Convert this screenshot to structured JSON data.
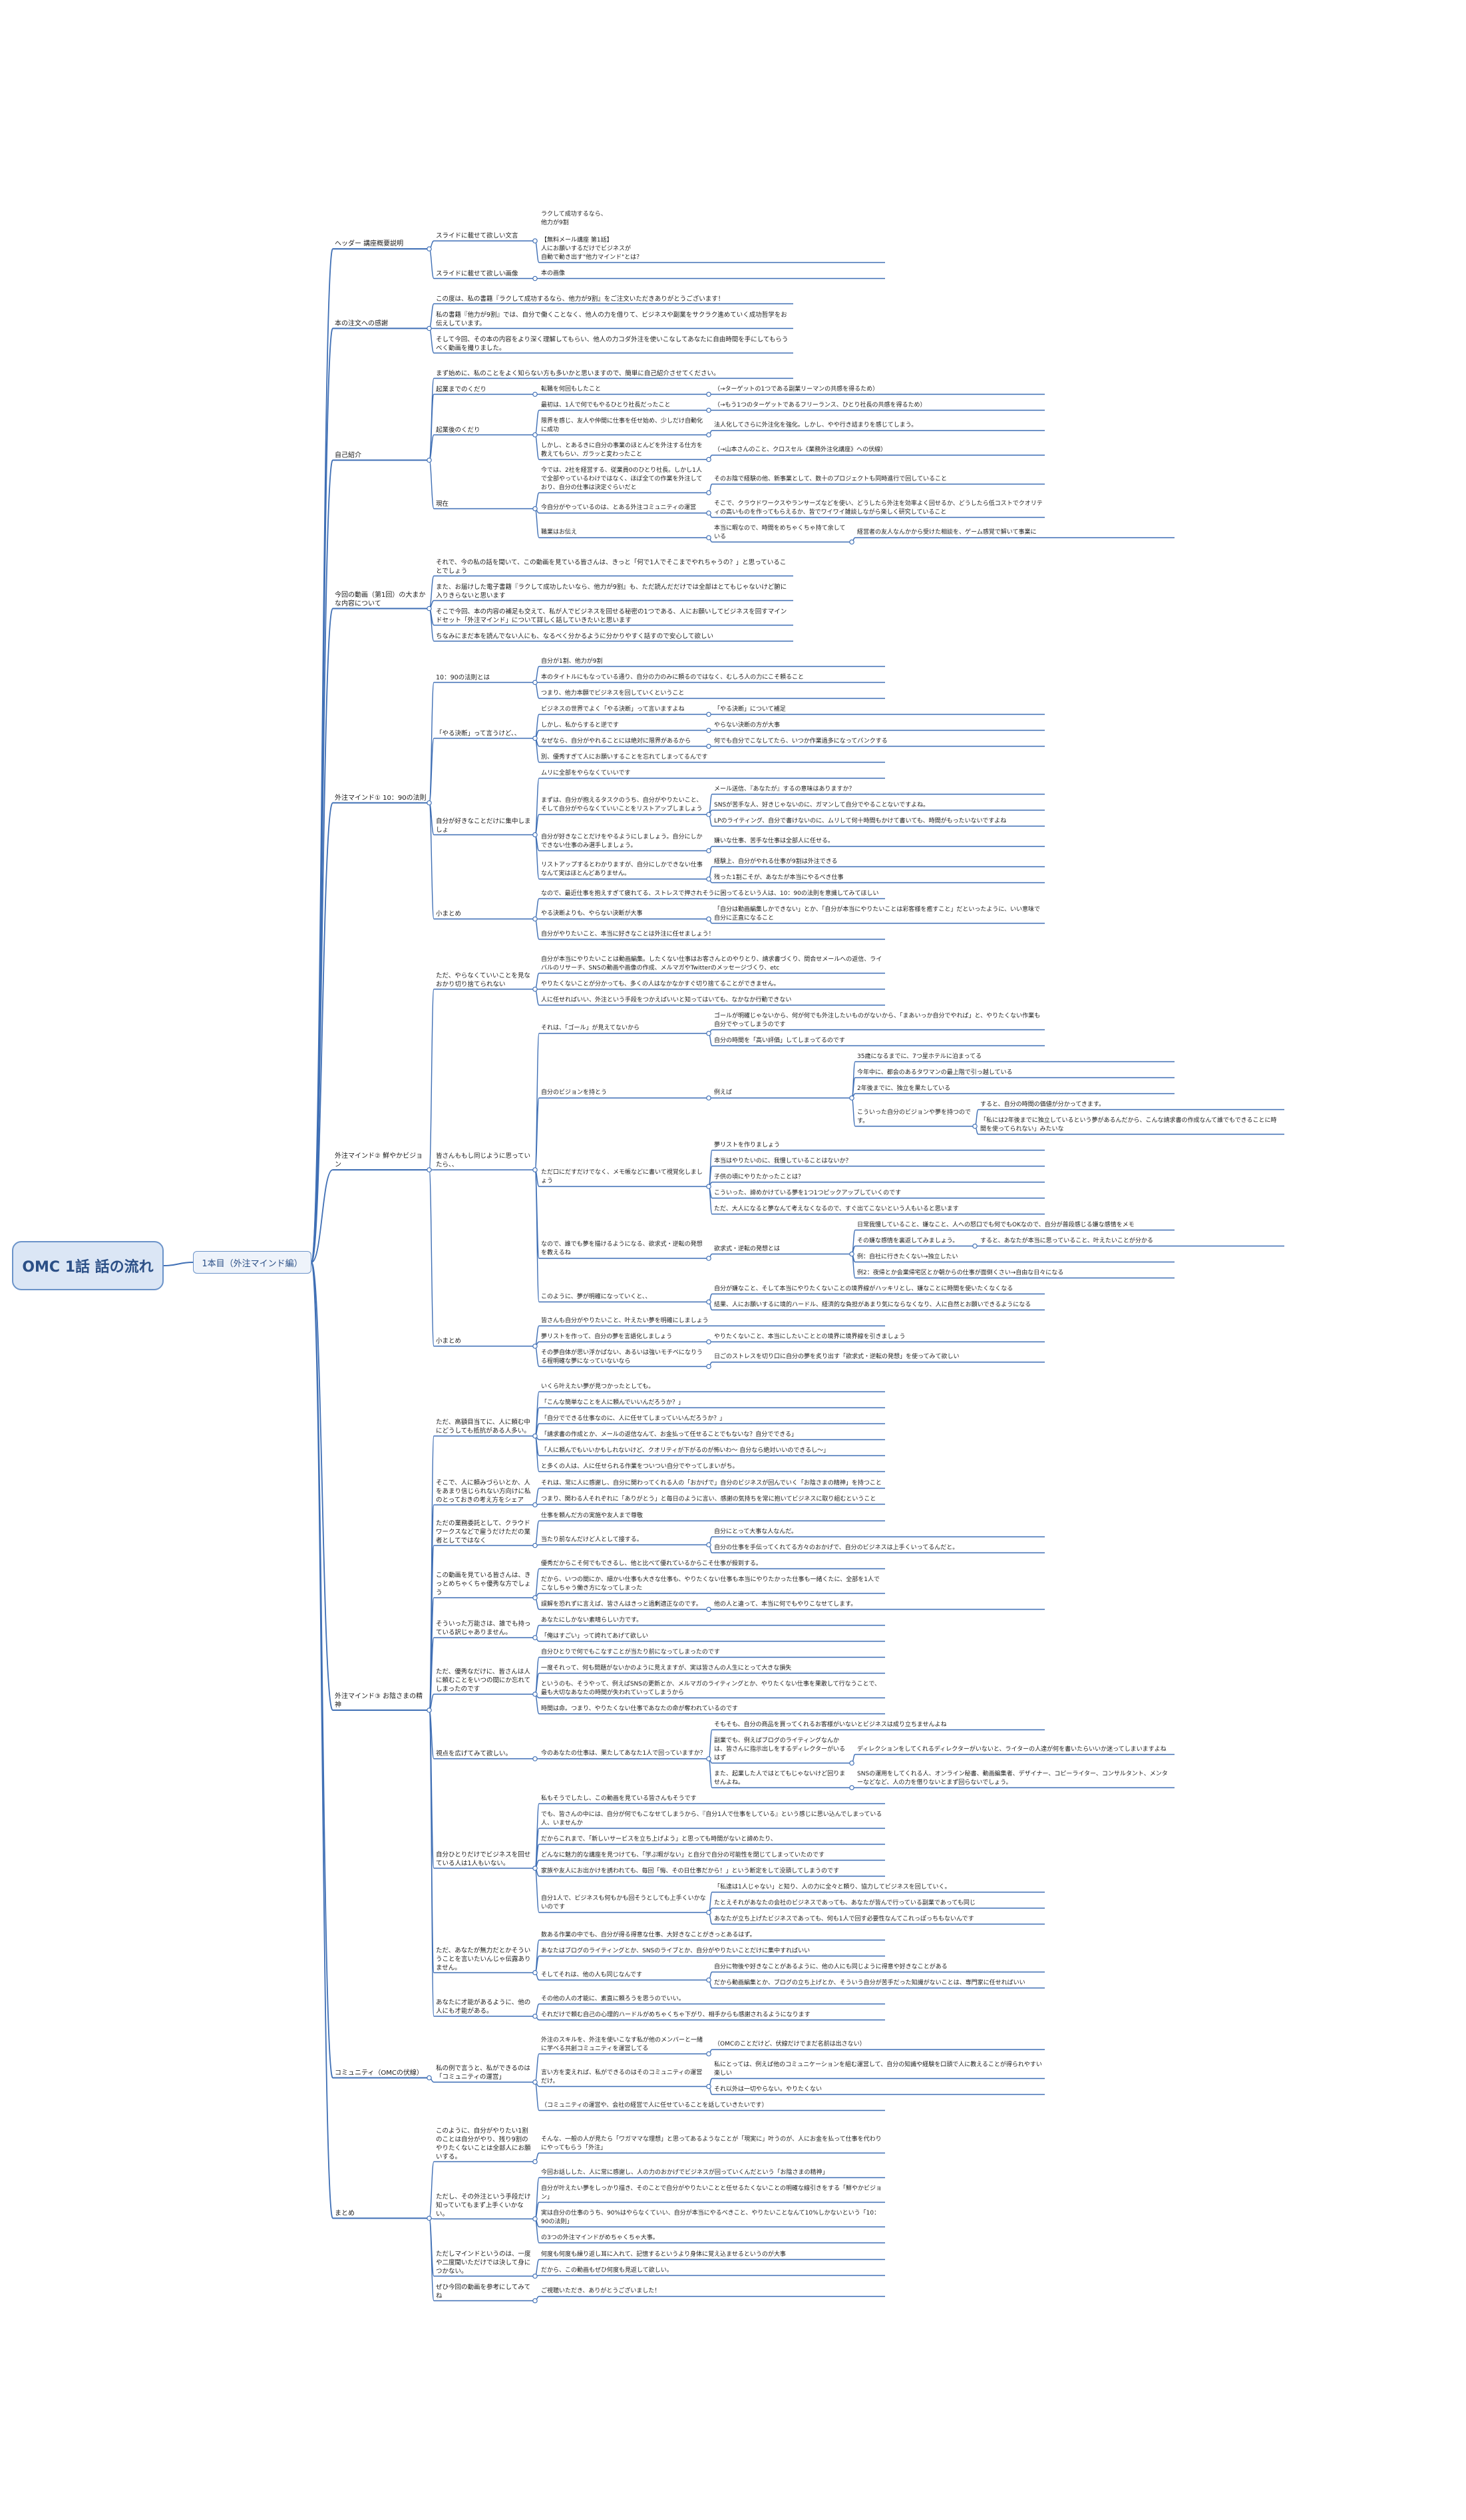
{
  "root": "OMC 1話 話の流れ",
  "day1": "1本目（外注マインド編）",
  "nodes": [
    {
      "id": "h",
      "p": "d1",
      "t": "ヘッダー 講座概要説明"
    },
    {
      "id": "h1",
      "p": "h",
      "t": "スライドに載せて欲しい文言"
    },
    {
      "id": "h1a",
      "p": "h1",
      "t": "ラクして成功するなら、\n他力が9割\n\n【無料メール講座 第1話】\n人にお願いするだけでビジネスが\n自動で動き出す\"他力マインド\"とは？"
    },
    {
      "id": "h2",
      "p": "h",
      "t": "スライドに載せて欲しい画像"
    },
    {
      "id": "h2a",
      "p": "h2",
      "t": "本の画像"
    },
    {
      "id": "b",
      "p": "d1",
      "t": "本の注文への感謝"
    },
    {
      "id": "b1",
      "p": "b",
      "t": "この度は、私の書籍『ラクして成功するなら、他力が9割』をご注文いただきありがとうございます！"
    },
    {
      "id": "b2",
      "p": "b",
      "t": "私の書籍『他力が9割』では、自分で働くことなく、他人の力を借りて、ビジネスや副業をサクラク進めていく成功哲学をお伝えしています。"
    },
    {
      "id": "b3",
      "p": "b",
      "t": "そして今回、その本の内容をより深く理解してもらい、他人の力コダ外注を使いこなしてあなたに自由時間を手にしてもらうべく動画を撮りました。"
    },
    {
      "id": "s",
      "p": "d1",
      "t": "自己紹介"
    },
    {
      "id": "s0",
      "p": "s",
      "t": "まず始めに、私のことをよく知らない方も多いかと思いますので、簡単に自己紹介させてください。"
    },
    {
      "id": "s1",
      "p": "s",
      "t": "起業までのくだり"
    },
    {
      "id": "s1a",
      "p": "s1",
      "t": "転職を何回もしたこと"
    },
    {
      "id": "s1b",
      "p": "s1a",
      "t": "（→ターゲットの1つである副業リーマンの共感を得るため）"
    },
    {
      "id": "s2",
      "p": "s",
      "t": "起業後のくだり"
    },
    {
      "id": "s2a",
      "p": "s2",
      "t": "最初は、1人で何でもやるひとり社長だったこと"
    },
    {
      "id": "s2b",
      "p": "s2a",
      "t": "（→もう1つのターゲットであるフリーランス、ひとり社長の共感を得るため）"
    },
    {
      "id": "s2c",
      "p": "s2",
      "t": "限界を感じ、友人や仲間に仕事を任せ始め、少しだけ自動化に成功"
    },
    {
      "id": "s2d",
      "p": "s2c",
      "t": "法人化してさらに外注化を強化。しかし、やや行き詰まりを感じてしまう。"
    },
    {
      "id": "s2e",
      "p": "s2",
      "t": "しかし、とあるきに自分の事業のほとんどを外注する仕方を教えてもらい、ガラッと変わったこと"
    },
    {
      "id": "s2f",
      "p": "s2e",
      "t": "（→山本さんのこと、クロスセル《業務外注化講座》への伏線）"
    },
    {
      "id": "s3",
      "p": "s",
      "t": "現在"
    },
    {
      "id": "s3a",
      "p": "s3",
      "t": "今では、2社を経営する、従業員0のひとり社長。しかし1人で全部やっているわけではなく、ほぼ全ての作業を外注しており、自分の仕事は決定ぐらいだと"
    },
    {
      "id": "s3b",
      "p": "s3a",
      "t": "そのお陰で経験の他、新事業として、数十のプロジェクトも同時進行で回していること"
    },
    {
      "id": "s3c",
      "p": "s3",
      "t": "今自分がやっているのは、とある外注コミュニティの運営"
    },
    {
      "id": "s3d",
      "p": "s3c",
      "t": "そこで、クラウドワークスやランサーズなどを使い、どうしたら外注を効率よく回せるか、どうしたら低コストでクオリティの高いものを作ってもらえるか、皆でワイワイ雑談しながら楽しく研究していること"
    },
    {
      "id": "s3e",
      "p": "s3",
      "t": "職業はお伝え"
    },
    {
      "id": "s3f",
      "p": "s3e",
      "t": "本当に暇なので、時間をめちゃくちゃ持て余している"
    },
    {
      "id": "s3g",
      "p": "s3f",
      "t": "経営者の友人なんかから受けた相談を、ゲーム感覚で解いて事業に"
    },
    {
      "id": "v",
      "p": "d1",
      "t": "今回の動画（第1回）の大まかな内容について"
    },
    {
      "id": "v1",
      "p": "v",
      "t": "それで、今の私の話を聞いて、この動画を見ている皆さんは、きっと「何で1人でそこまでやれちゃうの？」と思っていることでしょう"
    },
    {
      "id": "v2",
      "p": "v",
      "t": "また、お届けした電子書籍『ラクして成功したいなら、他力が9割』も、ただ読んだだけでは全部はとてもじゃないけど腑に入りきらないと思います"
    },
    {
      "id": "v3",
      "p": "v",
      "t": "そこで今回、本の内容の補足も交えて、私が人でビジネスを回せる秘密の1つである、人にお願いしてビジネスを回すマインドセット「外注マインド」について詳しく話していきたいと思います"
    },
    {
      "id": "v4",
      "p": "v",
      "t": "ちなみにまだ本を読んでない人にも、なるべく分かるように分かりやすく話すので安心して欲しい"
    },
    {
      "id": "m1",
      "p": "d1",
      "t": "外注マインド① 10：90の法則"
    },
    {
      "id": "m1a",
      "p": "m1",
      "t": "10：90の法則とは"
    },
    {
      "id": "m1a1",
      "p": "m1a",
      "t": "自分が1割、他力が9割"
    },
    {
      "id": "m1a2",
      "p": "m1a",
      "t": "本のタイトルにもなっている通り、自分の力のみに頼るのではなく、むしろ人の力にこそ頼ること"
    },
    {
      "id": "m1a3",
      "p": "m1a",
      "t": "つまり、他力本願でビジネスを回していくということ"
    },
    {
      "id": "m1b",
      "p": "m1",
      "t": "「やる決断」って言うけど、、"
    },
    {
      "id": "m1b1",
      "p": "m1b",
      "t": "ビジネスの世界でよく「やる決断」って言いますよね"
    },
    {
      "id": "m1b1a",
      "p": "m1b1",
      "t": "「やる決断」について補足"
    },
    {
      "id": "m1b2",
      "p": "m1b",
      "t": "しかし、私からすると逆です"
    },
    {
      "id": "m1b2a",
      "p": "m1b2",
      "t": "やらない決断の方が大事"
    },
    {
      "id": "m1b3",
      "p": "m1b",
      "t": "なぜなら、自分がやれることには絶対に限界があるから"
    },
    {
      "id": "m1b3a",
      "p": "m1b3",
      "t": "何でも自分でこなしてたら、いつか作業過多になってパンクする"
    },
    {
      "id": "m1b4",
      "p": "m1b",
      "t": "別、優秀すぎて人にお願いすることを忘れてしまってるんです"
    },
    {
      "id": "m1c",
      "p": "m1",
      "t": "自分が好きなことだけに集中しましょ"
    },
    {
      "id": "m1c1",
      "p": "m1c",
      "t": "ムリに全部をやらなくていいです"
    },
    {
      "id": "m1c2",
      "p": "m1c",
      "t": "まずは、自分が抱えるタスクのうち、自分がやりたいこと、そして自分がやらなくていいことをリストアップしましょう"
    },
    {
      "id": "m1c2a",
      "p": "m1c2",
      "t": "メール送信、『あなたが』するの意味はありますか？"
    },
    {
      "id": "m1c2b",
      "p": "m1c2",
      "t": "SNSが苦手な人、好きじゃないのに、ガマンして自分でやることないですよね。"
    },
    {
      "id": "m1c2c",
      "p": "m1c2",
      "t": "LPのライティング、自分で書けないのに、ムリして何十時間もかけて書いても、時間がもったいないですよね"
    },
    {
      "id": "m1c3",
      "p": "m1c",
      "t": "自分が好きなことだけをやるようにしましょう。自分にしかできない仕事のみ選手しましょう。"
    },
    {
      "id": "m1c3a",
      "p": "m1c3",
      "t": "嫌いな仕事、苦手な仕事は全部人に任せる。"
    },
    {
      "id": "m1c4",
      "p": "m1c",
      "t": "リストアップするとわかりますが、自分にしかできない仕事なんて実はほとんどありません。"
    },
    {
      "id": "m1c4a",
      "p": "m1c4",
      "t": "経験上、自分がやれる仕事が9割は外注できる"
    },
    {
      "id": "m1c4b",
      "p": "m1c4",
      "t": "残った1割こそが、あなたが本当にやるべき仕事"
    },
    {
      "id": "m1d",
      "p": "m1",
      "t": "小まとめ"
    },
    {
      "id": "m1d1",
      "p": "m1d",
      "t": "なので、最近仕事を抱えすぎて疲れてる、ストレスで押されそうに困ってるという人は、10：90の法則を意識してみてほしい"
    },
    {
      "id": "m1d2",
      "p": "m1d",
      "t": "やる決断よりも、やらない決断が大事"
    },
    {
      "id": "m1d2a",
      "p": "m1d2",
      "t": "「自分は勤画編集しかできない」とか、「自分が本当にやりたいことは彩客様を癒すこと」だといったように、いい意味で自分に正直になること"
    },
    {
      "id": "m1d3",
      "p": "m1d",
      "t": "自分がやりたいこと、本当に好きなことは外注に任せましょう！"
    },
    {
      "id": "m2",
      "p": "d1",
      "t": "外注マインド② 鮮やかビジョン"
    },
    {
      "id": "m2a",
      "p": "m2",
      "t": "ただ、やらなくていいことを見なおかり切り捨てられない"
    },
    {
      "id": "m2a1",
      "p": "m2a",
      "t": "自分が本当にやりたいことは動画編集。したくない仕事はお客さんとのやりとり、請求書づくり、問合せメールへの返信、ライバルのリサーチ、SNSの動画や画像の作成、メルマガやTwitterのメッセージづくり、etc"
    },
    {
      "id": "m2a2",
      "p": "m2a",
      "t": "やりたくないことが分かっても、多くの人はなかなかすぐ切り捨てることができません。"
    },
    {
      "id": "m2a3",
      "p": "m2a",
      "t": "人に任せればいい、外注という手段をつかえばいいと知ってはいても、なかなか行動できない"
    },
    {
      "id": "m2b",
      "p": "m2",
      "t": "皆さんももし同じように思っていたら、、"
    },
    {
      "id": "m2b1",
      "p": "m2b",
      "t": "それは、「ゴール」が見えてないから"
    },
    {
      "id": "m2b1a",
      "p": "m2b1",
      "t": "ゴールが明確じゃないから、何が何でも外注したいものがないから、「まあいっか自分でやれば」と、やりたくない作業も自分でやってしまうのです"
    },
    {
      "id": "m2b1b",
      "p": "m2b1",
      "t": "自分の時間を「高い評価」してしまってるのです"
    },
    {
      "id": "m2b2",
      "p": "m2b",
      "t": "自分のビジョンを持とう"
    },
    {
      "id": "m2b2x",
      "p": "m2b2",
      "t": "例えば"
    },
    {
      "id": "m2b2a",
      "p": "m2b2x",
      "t": "35歳になるまでに、7つ星ホテルに泊まってる"
    },
    {
      "id": "m2b2b",
      "p": "m2b2x",
      "t": "今年中に、都会のあるタワマンの最上階で引っ越している"
    },
    {
      "id": "m2b2c",
      "p": "m2b2x",
      "t": "2年後までに、独立を果たしている"
    },
    {
      "id": "m2b2d",
      "p": "m2b2x",
      "t": "こういった自分のビジョンや夢を持つのです。"
    },
    {
      "id": "m2b2d1",
      "p": "m2b2d",
      "t": "すると、自分の時間の価値が分かってきます。"
    },
    {
      "id": "m2b2d2",
      "p": "m2b2d",
      "t": "「私には2年後までに独立しているという夢があるんだから、こんな請求書の作成なんて誰でもできることに時間を使ってられない」みたいな"
    },
    {
      "id": "m2b3",
      "p": "m2b",
      "t": "ただ口にだすだけでなく、メモ帳などに書いて視覚化しましょう"
    },
    {
      "id": "m2b3a",
      "p": "m2b3",
      "t": "夢リストを作りましょう"
    },
    {
      "id": "m2b3b",
      "p": "m2b3",
      "t": "本当はやりたいのに、我慢していることはないか？"
    },
    {
      "id": "m2b3c",
      "p": "m2b3",
      "t": "子供の頃にやりたかったことは？"
    },
    {
      "id": "m2b3d",
      "p": "m2b3",
      "t": "こういった、諦めかけている夢を1つ1つピックアップしていくのです"
    },
    {
      "id": "m2b3e",
      "p": "m2b3",
      "t": "ただ、大人になると夢なんて考えなくなるので、すぐ出てこないという人もいると思います"
    },
    {
      "id": "m2b4",
      "p": "m2b",
      "t": "なので、誰でも夢を描けるようになる、欲求式・逆転の発想を教えるね"
    },
    {
      "id": "m2b4a",
      "p": "m2b4",
      "t": "欲求式・逆転の発想とは"
    },
    {
      "id": "m2b4a1",
      "p": "m2b4a",
      "t": "日常我慢していること、嫌なこと、人への怒口でも何でもOKなので、自分が普段感じる嫌な感情をメモ"
    },
    {
      "id": "m2b4a2",
      "p": "m2b4a",
      "t": "その嫌な感情を裏返してみましょう。"
    },
    {
      "id": "m2b4a2a",
      "p": "m2b4a2",
      "t": "すると、あなたが本当に思っていること、叶えたいことが分かる"
    },
    {
      "id": "m2b4a3",
      "p": "m2b4a",
      "t": "例：自社に行きたくない→独立したい"
    },
    {
      "id": "m2b4a4",
      "p": "m2b4a",
      "t": "例2：夜帰とか会業帰宅区とか朝からの仕事が面倒くさい→自由な日々になる"
    },
    {
      "id": "m2b5",
      "p": "m2b",
      "t": "このように、夢が明確になっていくと、、"
    },
    {
      "id": "m2b5a",
      "p": "m2b5",
      "t": "自分が嫌なこと、そして本当にやりたくないことの境界線がハッキリとし、嫌なことに時間を使いたくなくなる"
    },
    {
      "id": "m2b5b",
      "p": "m2b5",
      "t": "結果、人にお願いするに境的ハードル、経済的な負担があまり気にならなくなり、人に自然とお願いできるようになる"
    },
    {
      "id": "m2c",
      "p": "m2",
      "t": "小まとめ"
    },
    {
      "id": "m2c1",
      "p": "m2c",
      "t": "皆さんも自分がやりたいこと、叶えたい夢を明確にしましょう"
    },
    {
      "id": "m2c2",
      "p": "m2c",
      "t": "夢リストを作って、自分の夢を言語化しましょう"
    },
    {
      "id": "m2c2a",
      "p": "m2c2",
      "t": "やりたくないこと、本当にしたいこととの境界に境界線を引きましょう"
    },
    {
      "id": "m2c3",
      "p": "m2c",
      "t": "その夢自体が思い浮かばない、あるいは強いモチベになりうる程明確な夢になっていないなら"
    },
    {
      "id": "m2c3a",
      "p": "m2c3",
      "t": "日ごのストレスを切り口に自分の夢を炙り出す「欲求式・逆転の発想」を使ってみて欲しい"
    },
    {
      "id": "m3",
      "p": "d1",
      "t": "外注マインド③ お陰さまの精神"
    },
    {
      "id": "m3a",
      "p": "m3",
      "t": "ただ、高額目当てに、人に頼む中にどうしても抵抗がある人多い。"
    },
    {
      "id": "m3a1",
      "p": "m3a",
      "t": "いくら叶えたい夢が見つかったとしても。"
    },
    {
      "id": "m3a2",
      "p": "m3a",
      "t": "「こんな簡単なことを人に頼んでいいんだろうか？」"
    },
    {
      "id": "m3a3",
      "p": "m3a",
      "t": "「自分でできる仕事なのに、人に任せてしまっていいんだろうか？」"
    },
    {
      "id": "m3a4",
      "p": "m3a",
      "t": "「請求書の作成とか、メールの返信なんて、お金払って任せることでもないな？自分でできる」"
    },
    {
      "id": "m3a5",
      "p": "m3a",
      "t": "「人に頼んでもいいかもしれないけど、クオリティが下がるのが怖いわ〜 自分なら絶対いいのできるし〜」"
    },
    {
      "id": "m3a6",
      "p": "m3a",
      "t": "と多くの人は、人に任せられる作業をついつい自分でやってしまいがち。"
    },
    {
      "id": "m3b",
      "p": "m3",
      "t": "そこで、人に頼みづらいとか、人をあまり信じられない方向けに私のとっておきの考え方をシェア"
    },
    {
      "id": "m3b1",
      "p": "m3b",
      "t": "それは、常に人に感謝し、自分に関わってくれる人の「おかげで」自分のビジネスが回んでいく「お陰さまの精神」を持つこと"
    },
    {
      "id": "m3b2",
      "p": "m3b",
      "t": "つまり、関わる人それぞれに「ありがとう」と毎日のように言い、感謝の気持ちを常に抱いてビジネスに取り組むということ"
    },
    {
      "id": "m3c",
      "p": "m3",
      "t": "ただの業務委託として、クラウドワークスなどで雇うだけただの業者としてではなく"
    },
    {
      "id": "m3c1",
      "p": "m3c",
      "t": "仕事を頼んだ方の実施や友人まで尊敬"
    },
    {
      "id": "m3c2",
      "p": "m3c",
      "t": "当たり前なんだけど人として接する。"
    },
    {
      "id": "m3c2a",
      "p": "m3c2",
      "t": "自分にとって大事な人なんだ。"
    },
    {
      "id": "m3c2b",
      "p": "m3c2",
      "t": "自分の仕事を手伝ってくれてる方々のおかげで、自分のビジネスは上手くいってるんだと。"
    },
    {
      "id": "m3d",
      "p": "m3",
      "t": "この動画を見ている皆さんは、きっとめちゃくちゃ優秀な方でしょう"
    },
    {
      "id": "m3d1",
      "p": "m3d",
      "t": "優秀だからこそ何でもできるし、他と比べて優れているからこそ仕事が殺到する。"
    },
    {
      "id": "m3d2",
      "p": "m3d",
      "t": "だから、いつの間にか、細かい仕事も大きな仕事も、やりたくない仕事も本当にやりたかった仕事も一緒くたに、全部を1人でこなしちゃう働き方になってしまった"
    },
    {
      "id": "m3d3",
      "p": "m3d",
      "t": "誤解を恐れずに言えば、皆さんはきっと過剰適正なのです。"
    },
    {
      "id": "m3d3a",
      "p": "m3d3",
      "t": "他の人と違って、本当に何でもやりこなせてします。"
    },
    {
      "id": "m3e",
      "p": "m3",
      "t": "そういった万能さは、誰でも持っている訳じゃありません。"
    },
    {
      "id": "m3e1",
      "p": "m3e",
      "t": "あなたにしかない素晴らしい力です。"
    },
    {
      "id": "m3e2",
      "p": "m3e",
      "t": "「俺はすごい」って誇れてあげて欲しい"
    },
    {
      "id": "m3f",
      "p": "m3",
      "t": "ただ、優秀なだけに、皆さんは人に頼むことをいつの間にか忘れてしまったのです"
    },
    {
      "id": "m3f1",
      "p": "m3f",
      "t": "自分ひとりで何でもこなすことが当たり前になってしまったのです"
    },
    {
      "id": "m3f2",
      "p": "m3f",
      "t": "一度それって、何も問題がないかのように見えますが、実は皆さんの人生にとって大きな損失"
    },
    {
      "id": "m3f3",
      "p": "m3f",
      "t": "というのも、そうやって、例えばSNSの更新とか、メルマガのライティングとか、やりたくない仕事を果敢して行なうことで、最も大切なあなたの時間が失われていってしまうから"
    },
    {
      "id": "m3f4",
      "p": "m3f",
      "t": "時間は命。つまり、やりたくない仕事であなたの命が奪われているのです"
    },
    {
      "id": "m3g",
      "p": "m3",
      "t": "視点を広げてみて欲しい。"
    },
    {
      "id": "m3g1",
      "p": "m3g",
      "t": "今のあなたの仕事は、果たしてあなた1人で回っていますか？"
    },
    {
      "id": "m3g1a",
      "p": "m3g1",
      "t": "そもそも、自分の商品を買ってくれるお客様がいないとビジネスは成り立ちませんよね"
    },
    {
      "id": "m3g1b",
      "p": "m3g1",
      "t": "副業でも、例えばブログのライティングなんかは、皆さんに指示出しをするディレクターがいるはず"
    },
    {
      "id": "m3g1b1",
      "p": "m3g1b",
      "t": "ディレクションをしてくれるディレクターがいないと、ライターの人達が何を書いたらいいか迷ってしまいますよね"
    },
    {
      "id": "m3g1c",
      "p": "m3g1",
      "t": "また、起業した人ではとてもじゃないけど回りませんよね。"
    },
    {
      "id": "m3g1c1",
      "p": "m3g1c",
      "t": "SNSの運用をしてくれる人、オンライン秘書、動画編集者、デザイナー、コピーライター、コンサルタント、メンターなどなど、人の力を借りないとまず回らないでしょう。"
    },
    {
      "id": "m3h",
      "p": "m3",
      "t": "自分ひとりだけでビジネスを回せている人は1人もいない。"
    },
    {
      "id": "m3h1",
      "p": "m3h",
      "t": "私もそうでしたし、この動画を見ている皆さんもそうです"
    },
    {
      "id": "m3h2",
      "p": "m3h",
      "t": "でも、皆さんの中には、自分が何でもこなせてしまうから、『自分1人で仕事をしている』という感じに思い込んでしまっている人、いませんか"
    },
    {
      "id": "m3h3",
      "p": "m3h",
      "t": "だからこれまで、「新しいサービスを立ち上げよう」と思っても時間がないと諦めたり、"
    },
    {
      "id": "m3h4",
      "p": "m3h",
      "t": "どんなに魅力的な講座を見つけても、「学ぶ暇がない」と自分で自分の可能性を閉じてしまっていたのです"
    },
    {
      "id": "m3h5",
      "p": "m3h",
      "t": "家族や友人にお出かけを誘われても、毎回「悔、その日仕事だから！」という断定をして没頭してしまうのです"
    },
    {
      "id": "m3h6",
      "p": "m3h",
      "t": "自分1人で、ビジネスも何もかも回そうとしても上手くいかないのです"
    },
    {
      "id": "m3h6a",
      "p": "m3h6",
      "t": "「私達は1人じゃない」と知り、人の力に全々と頼り、協力してビジネスを回していく。"
    },
    {
      "id": "m3h6b",
      "p": "m3h6",
      "t": "たとえそれがあなたの会社のビジネスであっても、あなたが皆んで行っている副業であっても同じ"
    },
    {
      "id": "m3h6c",
      "p": "m3h6",
      "t": "あなたが立ち上げたビジネスであっても、何も1人で回す必要性なんてこれっぽっちもないんです"
    },
    {
      "id": "m3i",
      "p": "m3",
      "t": "ただ、あなたが無力だとかそういうことを言いたいんじゃ伝露ありません。"
    },
    {
      "id": "m3i1",
      "p": "m3i",
      "t": "数ある作業の中でも、自分が得る得意な仕事、大好きなことがきっとあるはず。"
    },
    {
      "id": "m3i2",
      "p": "m3i",
      "t": "あなたはブログのライティングとか、SNSのライブとか、自分がやりたいことだけに集中すればいい"
    },
    {
      "id": "m3i3",
      "p": "m3i",
      "t": "そしてそれは、他の人も同じなんです"
    },
    {
      "id": "m3i3a",
      "p": "m3i3",
      "t": "自分に物後や好きなことがあるように、他の人にも同じように得意や好きなことがある"
    },
    {
      "id": "m3i3b",
      "p": "m3i3",
      "t": "だから動画編集とか、ブログの立ち上げとか、そういう自分が苦手だった知識がないことは、専門家に任せればいい"
    },
    {
      "id": "m3j",
      "p": "m3",
      "t": "あなたに才能があるように、他の人にも才能がある。"
    },
    {
      "id": "m3j1",
      "p": "m3j",
      "t": "その他の人の才能に、素直に頼ろうを思うのでいい。"
    },
    {
      "id": "m3j2",
      "p": "m3j",
      "t": "それだけで頼む自己の心理的ハードルがめちゃくちゃ下がり、相手からも感謝されるようになります"
    },
    {
      "id": "c",
      "p": "d1",
      "t": "コミュニティ（OMCの伏線）"
    },
    {
      "id": "c1",
      "p": "c",
      "t": "私の例で言うと、私ができるのは「コミュニティの運営」"
    },
    {
      "id": "c1a",
      "p": "c1",
      "t": "外注のスキルを、外注を使いこなす私が他のメンバーと一緒に学べる共創コミュニティを運営してる"
    },
    {
      "id": "c1a1",
      "p": "c1a",
      "t": "（OMCのことだけど、伏線だけでまだ名前は出さない）"
    },
    {
      "id": "c1b",
      "p": "c1",
      "t": "言い方を変えれば、私ができるのはそのコミュニティの運営だけ。"
    },
    {
      "id": "c1b1",
      "p": "c1b",
      "t": "私にとっては、例えば他のコミュニケーションを組む運営して、自分の知識や経験を口頭で人に教えることが得られやすい楽しい"
    },
    {
      "id": "c1b2",
      "p": "c1b",
      "t": "それ以外は一切やらない。やりたくない"
    },
    {
      "id": "c1c",
      "p": "c1",
      "t": "（コミュニティの運営や、会社の経営で人に任せていることを話していきたいです）"
    },
    {
      "id": "e",
      "p": "d1",
      "t": "まとめ"
    },
    {
      "id": "e1",
      "p": "e",
      "t": "このように、自分がやりたい1割のことは自分がやり、残り9割のやりたくないことは全部人にお願いする。"
    },
    {
      "id": "e1a",
      "p": "e1",
      "t": "そんな、一般の人が見たら「ワガママな理想」と思ってあるようなことが「現実に」叶うのが、人にお金を払って仕事を代わりにやってもらう「外注」"
    },
    {
      "id": "e2",
      "p": "e",
      "t": "ただし、その外注という手段だけ知っていてもまず上手くいかない。"
    },
    {
      "id": "e2a",
      "p": "e2",
      "t": "今回お話しした、人に常に感謝し、人の力のおかげでビジネスが回っていくんだという「お陰さまの精神」"
    },
    {
      "id": "e2b",
      "p": "e2",
      "t": "自分が叶えたい夢をしっかり描き、そのことで自分がやりたいことと任せるたくないことの明確な線引きをする「鮮やかビジョン」"
    },
    {
      "id": "e2c",
      "p": "e2",
      "t": "実は自分の仕事のうち、90%はやらなくていい、自分が本当にやるべきこと、やりたいことなんて10%しかないという「10：90の法則」"
    },
    {
      "id": "e2d",
      "p": "e2",
      "t": "の3つの外注マインドがめちゃくちゃ大事。"
    },
    {
      "id": "e3",
      "p": "e",
      "t": "ただしマインドというのは、一度や二度聞いただけでは決して身につかない。"
    },
    {
      "id": "e3a",
      "p": "e3",
      "t": "何度も何度も繰り返し耳に入れて、記憶するというより身体に覚え込ませるというのが大事"
    },
    {
      "id": "e3b",
      "p": "e3",
      "t": "だから、この動画もぜひ何度も見返して欲しい。"
    },
    {
      "id": "e4",
      "p": "e",
      "t": "ぜひ今回の動画を参考にしてみてね"
    },
    {
      "id": "e4a",
      "p": "e4",
      "t": "ご視聴いただき、ありがとうございました！"
    }
  ]
}
